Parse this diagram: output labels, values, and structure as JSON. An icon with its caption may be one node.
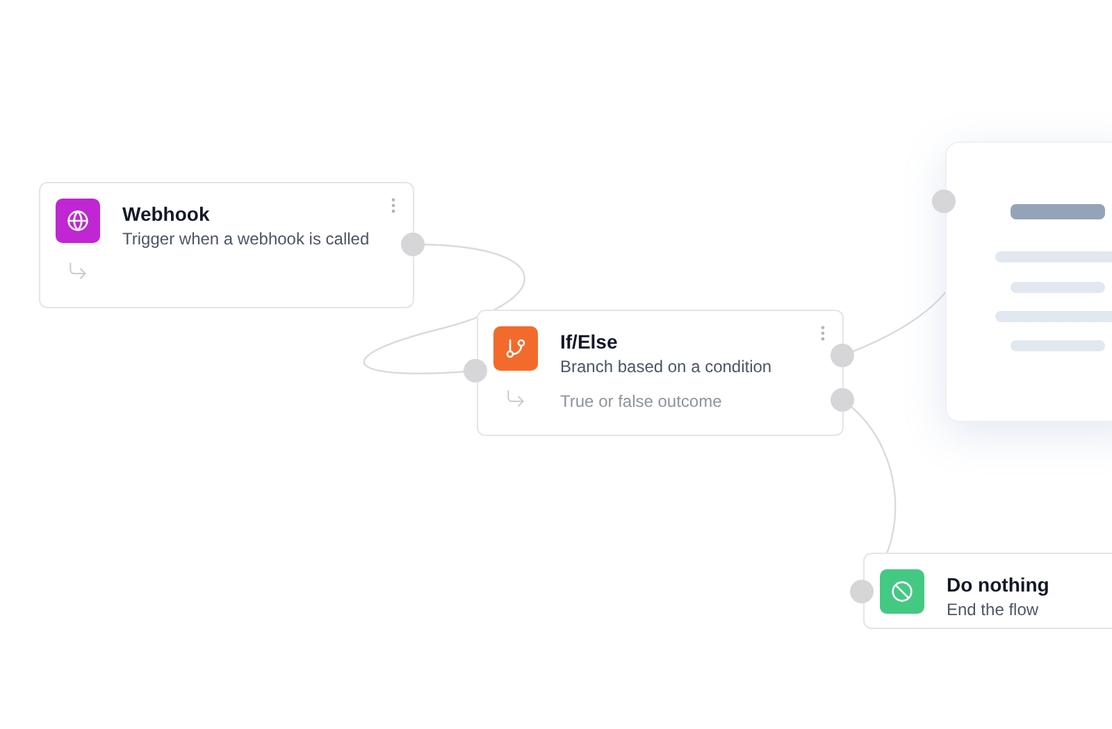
{
  "diagram": {
    "nodes": [
      {
        "text": [
          "Webhook",
          "Trigger when a webhook is called"
        ]
      },
      {
        "text": [
          "If/Else",
          "Branch based on a condition",
          "True or false outcome"
        ]
      },
      {
        "text": [],
        "shape": "box"
      },
      {
        "text": [
          "Do nothing",
          "End the flow"
        ]
      }
    ],
    "edges": [
      {
        "from": 0,
        "to": 1,
        "arrow": "none"
      },
      {
        "from": 1,
        "to": 2,
        "arrow": "none"
      },
      {
        "from": 1,
        "to": 3,
        "arrow": "none"
      }
    ]
  }
}
